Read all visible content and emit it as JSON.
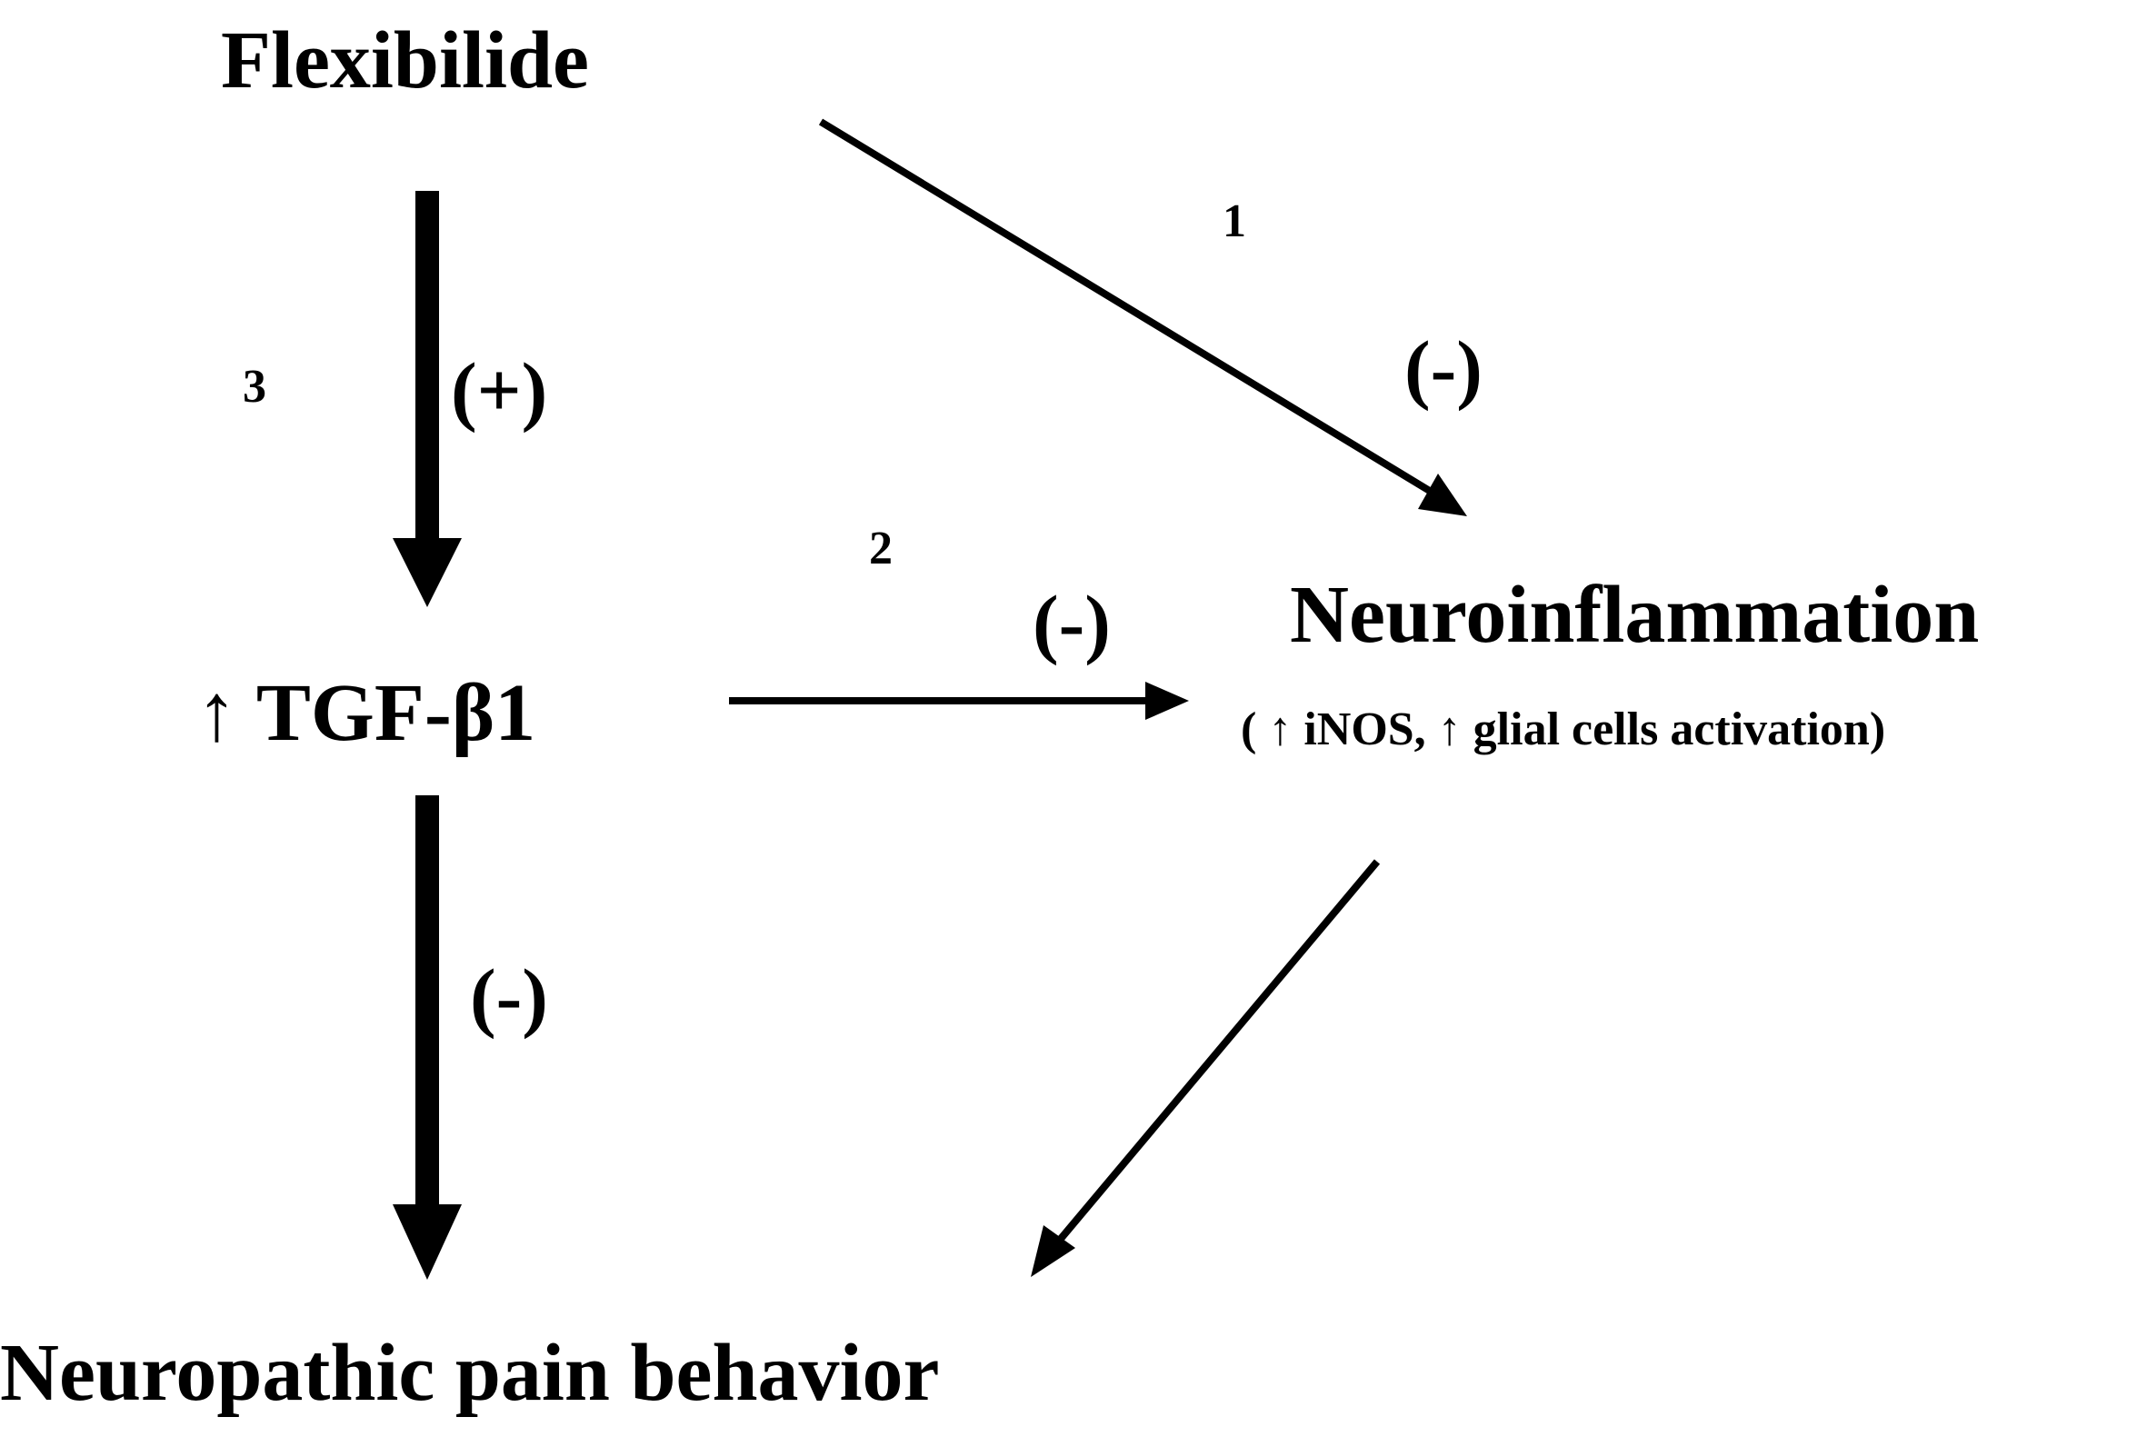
{
  "nodes": {
    "flexibilide": "Flexibilide",
    "tgf": "↑ TGF-β1",
    "neuroinflammation": "Neuroinflammation",
    "neuroinflammation_detail": "( ↑ iNOS, ↑ glial cells activation)",
    "pain": "Neuropathic pain behavior"
  },
  "edges": {
    "e1": {
      "number": "1",
      "sign": "(-)"
    },
    "e2": {
      "number": "2",
      "sign": "(-)"
    },
    "e3": {
      "number": "3",
      "sign": "(+)"
    },
    "e4": {
      "sign": "(-)"
    }
  },
  "colors": {
    "ink": "#000000",
    "background": "#ffffff"
  }
}
